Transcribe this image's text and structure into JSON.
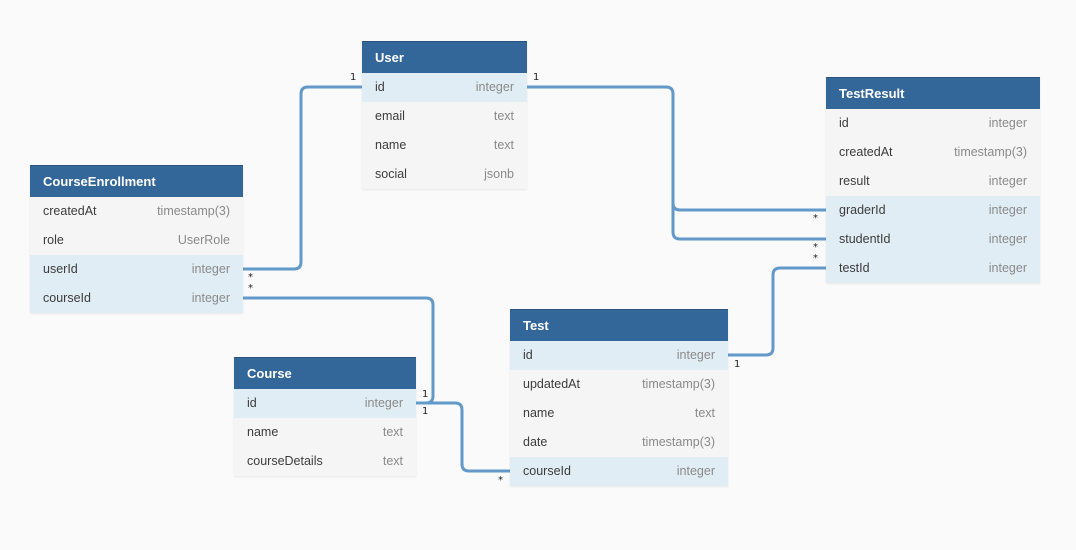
{
  "tables": [
    {
      "id": "user",
      "name": "User",
      "fields": [
        {
          "name": "id",
          "type": "integer",
          "key": true
        },
        {
          "name": "email",
          "type": "text",
          "key": false
        },
        {
          "name": "name",
          "type": "text",
          "key": false
        },
        {
          "name": "social",
          "type": "jsonb",
          "key": false
        }
      ]
    },
    {
      "id": "testresult",
      "name": "TestResult",
      "fields": [
        {
          "name": "id",
          "type": "integer",
          "key": false
        },
        {
          "name": "createdAt",
          "type": "timestamp(3)",
          "key": false
        },
        {
          "name": "result",
          "type": "integer",
          "key": false
        },
        {
          "name": "graderId",
          "type": "integer",
          "key": true
        },
        {
          "name": "studentId",
          "type": "integer",
          "key": true
        },
        {
          "name": "testId",
          "type": "integer",
          "key": true
        }
      ]
    },
    {
      "id": "courseenrollment",
      "name": "CourseEnrollment",
      "fields": [
        {
          "name": "createdAt",
          "type": "timestamp(3)",
          "key": false
        },
        {
          "name": "role",
          "type": "UserRole",
          "key": false
        },
        {
          "name": "userId",
          "type": "integer",
          "key": true
        },
        {
          "name": "courseId",
          "type": "integer",
          "key": true
        }
      ]
    },
    {
      "id": "test",
      "name": "Test",
      "fields": [
        {
          "name": "id",
          "type": "integer",
          "key": true
        },
        {
          "name": "updatedAt",
          "type": "timestamp(3)",
          "key": false
        },
        {
          "name": "name",
          "type": "text",
          "key": false
        },
        {
          "name": "date",
          "type": "timestamp(3)",
          "key": false
        },
        {
          "name": "courseId",
          "type": "integer",
          "key": true
        }
      ]
    },
    {
      "id": "course",
      "name": "Course",
      "fields": [
        {
          "name": "id",
          "type": "integer",
          "key": true
        },
        {
          "name": "name",
          "type": "text",
          "key": false
        },
        {
          "name": "courseDetails",
          "type": "text",
          "key": false
        }
      ]
    }
  ],
  "relations": [
    {
      "id": "ce-user",
      "from": "courseenrollment.userId",
      "to": "user.id",
      "from_mult": "*",
      "to_mult": "1"
    },
    {
      "id": "ce-course",
      "from": "courseenrollment.courseId",
      "to": "course.id",
      "from_mult": "*",
      "to_mult": "1"
    },
    {
      "id": "tr-grader",
      "from": "testresult.graderId",
      "to": "user.id",
      "from_mult": "*",
      "to_mult": "1"
    },
    {
      "id": "tr-student",
      "from": "testresult.studentId",
      "to": "user.id",
      "from_mult": "*",
      "to_mult": ""
    },
    {
      "id": "tr-test",
      "from": "testresult.testId",
      "to": "test.id",
      "from_mult": "*",
      "to_mult": "1"
    },
    {
      "id": "test-course",
      "from": "test.courseId",
      "to": "course.id",
      "from_mult": "*",
      "to_mult": "1"
    }
  ],
  "colors": {
    "header": "#336699",
    "key_row": "#e1edf5",
    "row": "#f5f5f5",
    "edge": "#6399c9",
    "background": "#fafafa"
  }
}
